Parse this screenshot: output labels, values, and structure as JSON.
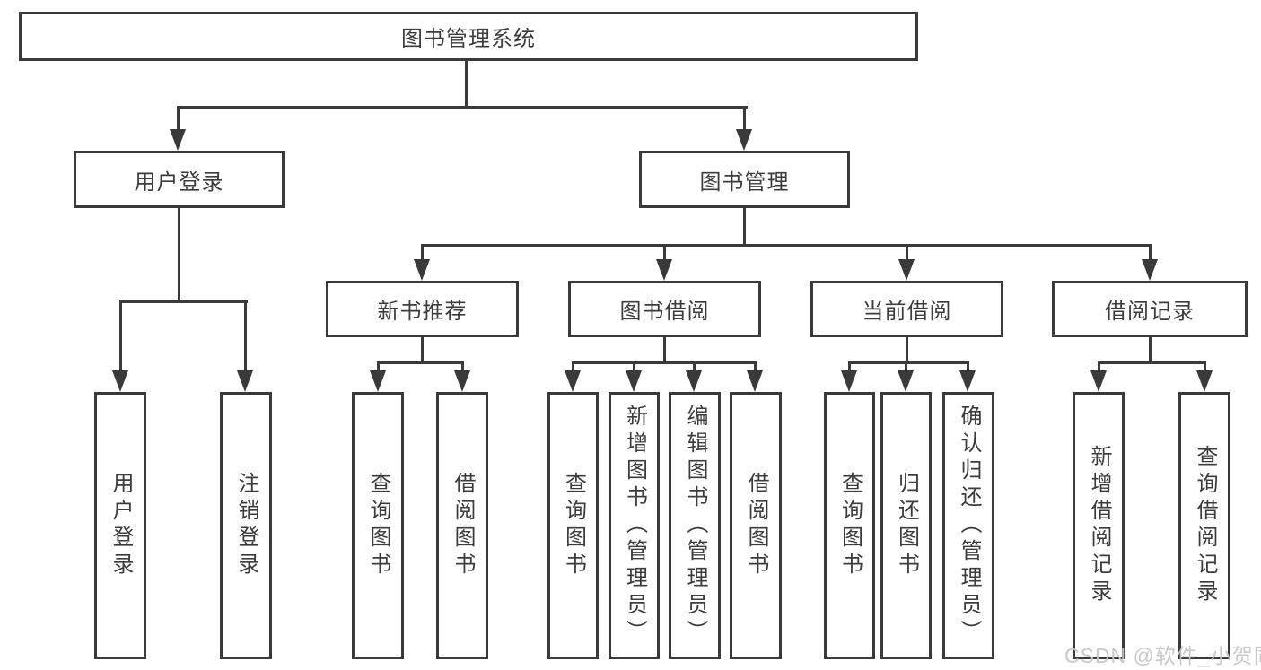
{
  "root": {
    "label": "图书管理系统"
  },
  "level2": {
    "user_login": {
      "label": "用户登录"
    },
    "book_mgmt": {
      "label": "图书管理"
    }
  },
  "level3": {
    "new_book": {
      "label": "新书推荐"
    },
    "book_borrow": {
      "label": "图书借阅"
    },
    "current_borrow": {
      "label": "当前借阅"
    },
    "borrow_record": {
      "label": "借阅记录"
    }
  },
  "leaves": {
    "user_login": [
      "用户登录",
      "注销登录"
    ],
    "new_book": [
      "查询图书",
      "借阅图书"
    ],
    "book_borrow": [
      "查询图书",
      "新增图书（管理员）",
      "编辑图书（管理员）",
      "借阅图书"
    ],
    "current_borrow": [
      "查询图书",
      "归还图书",
      "确认归还（管理员）"
    ],
    "borrow_record": [
      "新增借阅记录",
      "查询借阅记录"
    ]
  },
  "watermark": "CSDN @软件_小贺同学",
  "colors": {
    "line": "#3a3a3a",
    "text": "#3c3c3c",
    "background": "#ffffff",
    "watermark": "#c6c6c6"
  }
}
